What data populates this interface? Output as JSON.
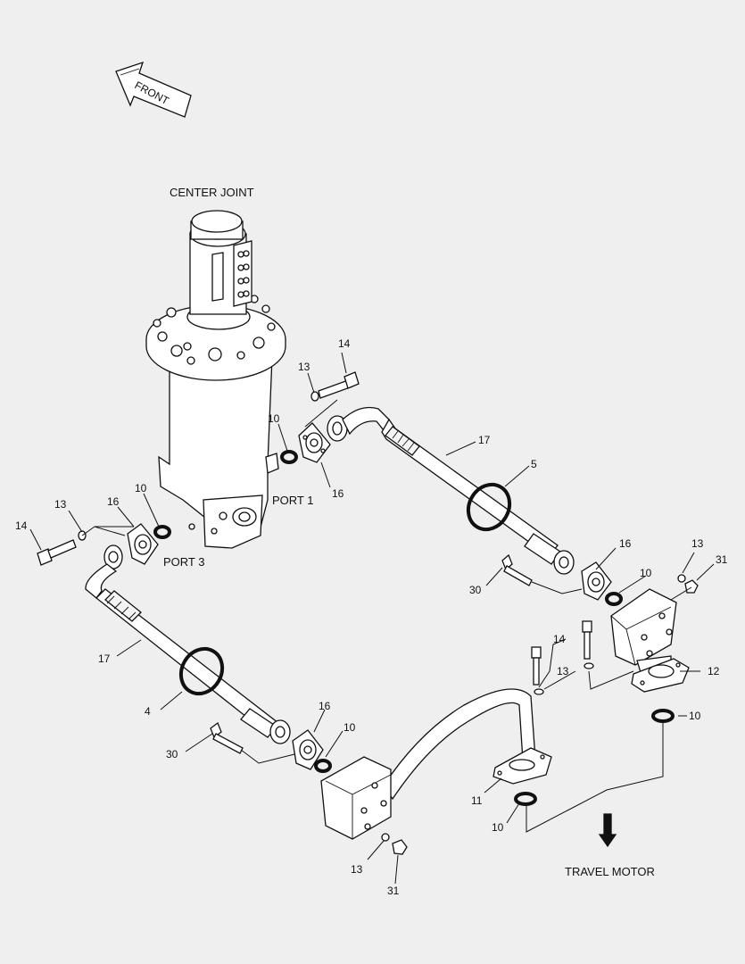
{
  "background": "#efefef",
  "labels": {
    "front": "FRONT",
    "center_joint": "CENTER JOINT",
    "port_1": "PORT 1",
    "port_3": "PORT 3",
    "travel_motor": "TRAVEL MOTOR"
  },
  "callouts": {
    "c14a": "14",
    "c13a": "13",
    "c10a": "10",
    "c16a": "16",
    "c17a": "17",
    "c5": "5",
    "c13b": "13",
    "c14b": "14",
    "c16b": "16",
    "c10b": "10",
    "c16c": "16",
    "c30a": "30",
    "c10c": "10",
    "c13c": "13",
    "c31a": "31",
    "c17b": "17",
    "c4": "4",
    "c14c": "14",
    "c13d": "13",
    "c12": "12",
    "c10d": "10",
    "c16d": "16",
    "c10e": "10",
    "c30b": "30",
    "c11": "11",
    "c10f": "10",
    "c13e": "13",
    "c31b": "31"
  }
}
